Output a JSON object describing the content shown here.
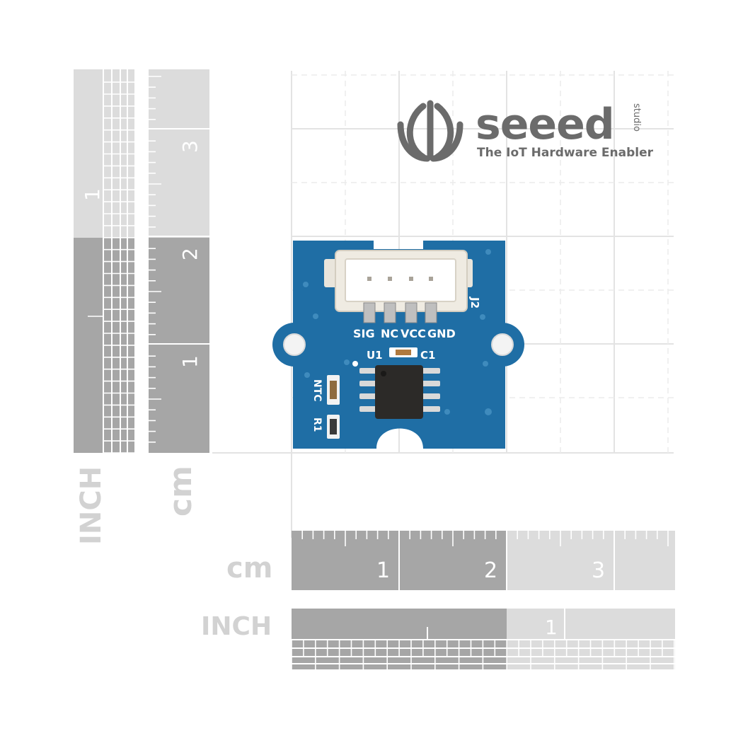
{
  "brand": {
    "name": "seeed",
    "suffix": "studio",
    "tagline": "The IoT Hardware Enabler"
  },
  "vertical_ruler": {
    "unit_cm": "cm",
    "unit_inch": "INCH",
    "cm_numbers": [
      "1",
      "2",
      "3"
    ],
    "inch_numbers": [
      "1"
    ]
  },
  "horizontal_ruler": {
    "unit_cm": "cm",
    "unit_inch": "INCH",
    "cm_numbers": [
      "1",
      "2",
      "3"
    ],
    "inch_numbers": [
      "1"
    ]
  },
  "board": {
    "pin_labels": [
      "SIG",
      "NC",
      "VCC",
      "GND"
    ],
    "connector_label": "J2",
    "chip_label": "U1",
    "cap_label": "C1",
    "ntc_label": "NTC",
    "resistor_label": "R1"
  },
  "colors": {
    "pcb": "#1f6ea5",
    "ruler_dark": "#a6a6a6",
    "ruler_light": "#dcdcdc",
    "grid_line": "#e2e2e2",
    "logo": "#6b6b6b"
  }
}
